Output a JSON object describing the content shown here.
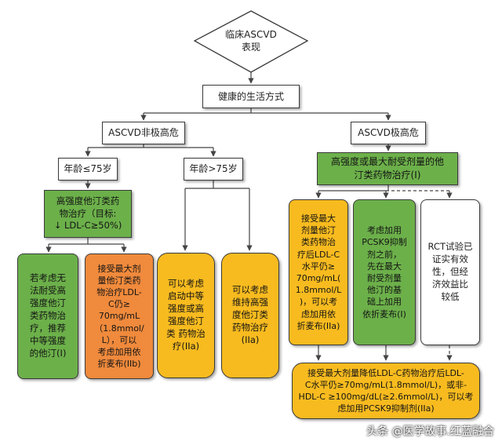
{
  "diagram": {
    "root": "临床ASCVD\n表现",
    "lifestyle": "健康的生活方式",
    "branch_non_very_high": "ASCVD非极高危",
    "branch_very_high": "ASCVD极高危",
    "age_le75": "年龄≤75岁",
    "age_gt75": "年龄>75岁",
    "high_intensity_statin": "高强度他汀类药\n物治疗（目标:\n↓ LDL-C≥50%)",
    "moderate_statin_if_intolerant": "若考虑无\n法耐受高\n强度他汀\n类药物治\n疗，推荐\n中等强度\n的他汀(I)",
    "add_ezetimibe_max_dose": "接受最大剂\n量他汀类药\n物治疗LDL-\nC仍≥\n70mg/mL\n（1.8mmol/\nL），可以\n考虑加用依\n折麦布(IIb)",
    "start_moderate_or_high": "可以考虑\n启动中等\n强度或高\n强度他汀\n类 药物治\n疗(IIa)",
    "maintain_high": "可以考虑\n维持高强\n度他汀类\n药物治疗\n(IIa)",
    "high_or_max_tolerated": "高强度或最大耐受剂量的他\n汀类药物治疗(I)",
    "ezetimibe_after_max": "接受最大\n剂量他汀\n类药物治\n疗后LDL-C\n水平仍≥\n70mg/mL(\n1.8mmol/L\n)，可以考\n虑加用依\n折麦布(IIa)",
    "pcsk9_consider": "考虑加用\nPCSK9抑制\n剂之前，\n先在最大\n耐受剂量\n他汀的基\n础上加用\n依折麦布(I)",
    "rct_note": "RCT试验已\n证实有效\n性，但经\n济效益比\n较低",
    "pcsk9_add": "接受最大剂量降低LDL-C药物治疗后LDL-\nC水平仍≥70mg/mL(1.8mmol/L)，或非-\nHDL-C ≥100mg/dL(≥2.6mmol/L)，可以考\n虑加用PCSK9抑制剂(IIa)"
  },
  "watermark": "头条 @医学故事.红蓝融合",
  "colors": {
    "green": "#6cb04a",
    "orange": "#f08a3c",
    "yellow": "#f8bb1f",
    "border": "#3a3a3a"
  }
}
